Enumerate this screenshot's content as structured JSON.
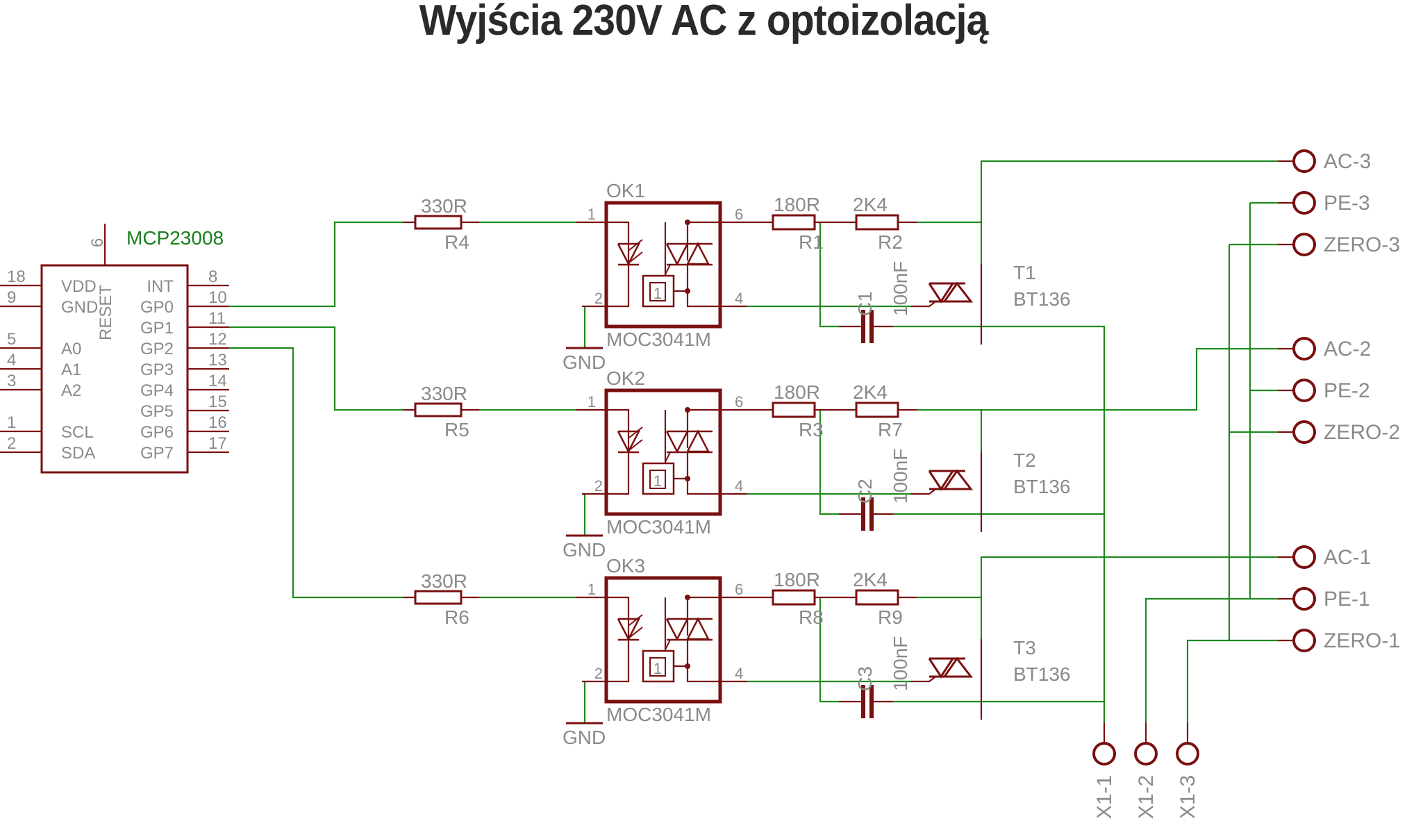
{
  "title": "Wyjścia 230V AC z optoizolacją",
  "colors": {
    "wire": "#1f8a1f",
    "part": "#7a0f0f",
    "label": "#8a8a8a",
    "part_name": "#1a7f1a",
    "title": "#2a2a2a"
  },
  "ic": {
    "name": "MCP23008",
    "reset_label": "RESET",
    "top_pin": "6",
    "left_pins": [
      {
        "num": "18",
        "name": "VDD"
      },
      {
        "num": "9",
        "name": "GND"
      },
      {
        "num": "5",
        "name": "A0"
      },
      {
        "num": "4",
        "name": "A1"
      },
      {
        "num": "3",
        "name": "A2"
      },
      {
        "num": "1",
        "name": "SCL"
      },
      {
        "num": "2",
        "name": "SDA"
      }
    ],
    "right_pins": [
      {
        "num": "8",
        "name": "INT"
      },
      {
        "num": "10",
        "name": "GP0"
      },
      {
        "num": "11",
        "name": "GP1"
      },
      {
        "num": "12",
        "name": "GP2"
      },
      {
        "num": "13",
        "name": "GP3"
      },
      {
        "num": "14",
        "name": "GP4"
      },
      {
        "num": "15",
        "name": "GP5"
      },
      {
        "num": "16",
        "name": "GP6"
      },
      {
        "num": "17",
        "name": "GP7"
      }
    ]
  },
  "channels": [
    {
      "input_resistor": {
        "ref": "R4",
        "value": "330R"
      },
      "opto": {
        "ref": "OK1",
        "part": "MOC3041M",
        "pins": [
          "1",
          "2",
          "6",
          "4"
        ],
        "inner": "1"
      },
      "gnd_label": "GND",
      "r_a": {
        "ref": "R1",
        "value": "180R"
      },
      "r_b": {
        "ref": "R2",
        "value": "2K4"
      },
      "cap": {
        "ref": "C1",
        "value": "100nF"
      },
      "triac": {
        "ref": "T1",
        "part": "BT136"
      }
    },
    {
      "input_resistor": {
        "ref": "R5",
        "value": "330R"
      },
      "opto": {
        "ref": "OK2",
        "part": "MOC3041M",
        "pins": [
          "1",
          "2",
          "6",
          "4"
        ],
        "inner": "1"
      },
      "gnd_label": "GND",
      "r_a": {
        "ref": "R3",
        "value": "180R"
      },
      "r_b": {
        "ref": "R7",
        "value": "2K4"
      },
      "cap": {
        "ref": "C2",
        "value": "100nF"
      },
      "triac": {
        "ref": "T2",
        "part": "BT136"
      }
    },
    {
      "input_resistor": {
        "ref": "R6",
        "value": "330R"
      },
      "opto": {
        "ref": "OK3",
        "part": "MOC3041M",
        "pins": [
          "1",
          "2",
          "6",
          "4"
        ],
        "inner": "1"
      },
      "gnd_label": "GND",
      "r_a": {
        "ref": "R8",
        "value": "180R"
      },
      "r_b": {
        "ref": "R9",
        "value": "2K4"
      },
      "cap": {
        "ref": "C3",
        "value": "100nF"
      },
      "triac": {
        "ref": "T3",
        "part": "BT136"
      }
    }
  ],
  "terminals": [
    "AC-3",
    "PE-3",
    "ZERO-3",
    "AC-2",
    "PE-2",
    "ZERO-2",
    "AC-1",
    "PE-1",
    "ZERO-1"
  ],
  "input_terminals": [
    "X1-1",
    "X1-2",
    "X1-3"
  ]
}
